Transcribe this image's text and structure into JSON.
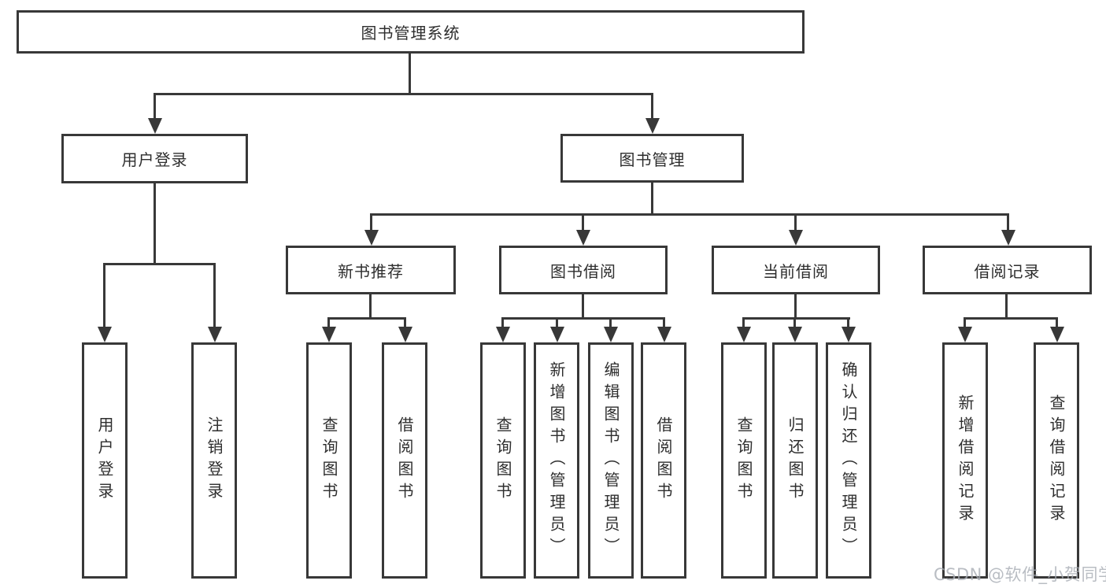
{
  "diagram_title": "图书管理系统",
  "colors": {
    "line": "#383838",
    "text": "#2e2e2e",
    "box_background": "#ffffff",
    "watermark": "#a8acb4"
  },
  "watermark": {
    "text": "CSDN @软件_小贺同学"
  },
  "nodes": {
    "root": {
      "label": "图书管理系统"
    },
    "user_login": {
      "label": "用户登录"
    },
    "book_management": {
      "label": "图书管理"
    },
    "new_book_recommend": {
      "label": "新书推荐"
    },
    "book_borrowing": {
      "label": "图书借阅"
    },
    "current_borrowing": {
      "label": "当前借阅"
    },
    "borrowing_records": {
      "label": "借阅记录"
    },
    "leaves": {
      "user_login": {
        "label": "用户登录"
      },
      "logout": {
        "label": "注销登录"
      },
      "rec_query_book": {
        "label": "查询图书"
      },
      "rec_borrow_book": {
        "label": "借阅图书"
      },
      "bb_query_book": {
        "label": "查询图书"
      },
      "bb_add_book": {
        "label": "新增图书（管理员）"
      },
      "bb_edit_book": {
        "label": "编辑图书（管理员）"
      },
      "bb_borrow_book": {
        "label": "借阅图书"
      },
      "cb_query_book": {
        "label": "查询图书"
      },
      "cb_return_book": {
        "label": "归还图书"
      },
      "cb_confirm_return": {
        "label": "确认归还（管理员）"
      },
      "br_add_record": {
        "label": "新增借阅记录"
      },
      "br_query_record": {
        "label": "查询借阅记录"
      }
    }
  }
}
